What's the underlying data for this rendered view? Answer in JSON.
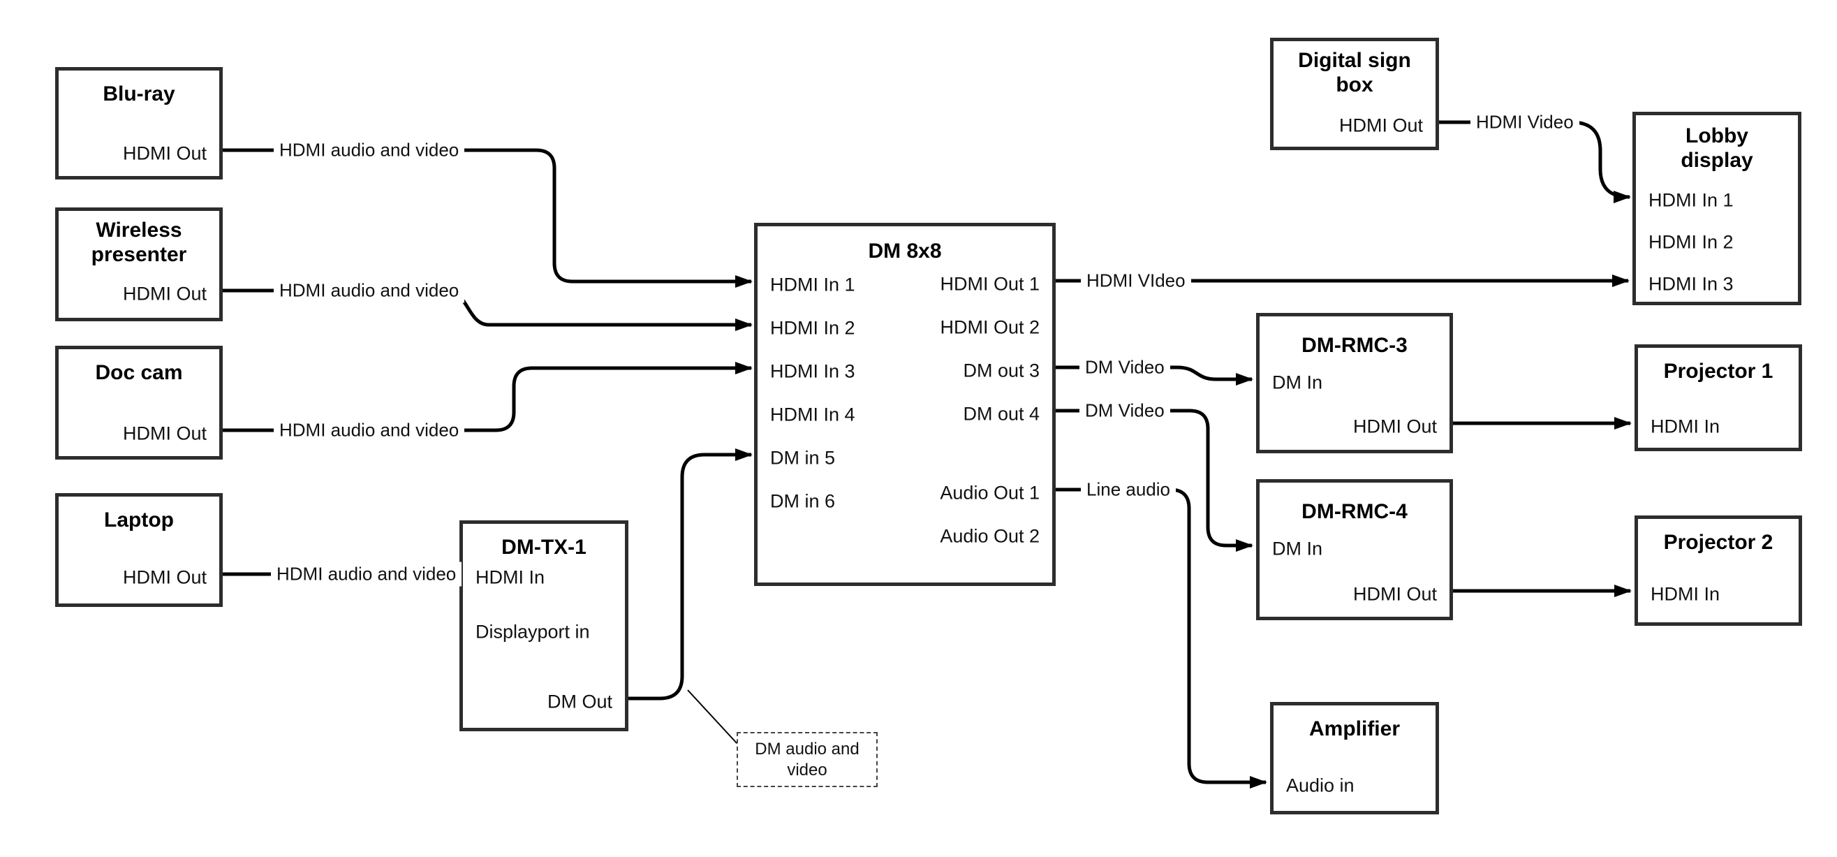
{
  "colors": {
    "wire": "#000000",
    "box_border": "#2d2d2d",
    "background": "#ffffff",
    "text": "#111111"
  },
  "nodes": {
    "bluray": {
      "title": "Blu-ray",
      "port_hdmi_out": "HDMI Out"
    },
    "wireless": {
      "title": "Wireless presenter",
      "port_hdmi_out": "HDMI Out"
    },
    "doccam": {
      "title": "Doc cam",
      "port_hdmi_out": "HDMI Out"
    },
    "laptop": {
      "title": "Laptop",
      "port_hdmi_out": "HDMI Out"
    },
    "dmtx1": {
      "title": "DM-TX-1",
      "port_hdmi_in": "HDMI In",
      "port_dp_in": "Displayport in",
      "port_dm_out": "DM Out"
    },
    "dm8x8": {
      "title": "DM 8x8",
      "port_in1": "HDMI In 1",
      "port_in2": "HDMI In 2",
      "port_in3": "HDMI In 3",
      "port_in4": "HDMI In 4",
      "port_in5": "DM in 5",
      "port_in6": "DM in 6",
      "port_out1": "HDMI Out 1",
      "port_out2": "HDMI Out 2",
      "port_out3": "DM out 3",
      "port_out4": "DM out 4",
      "port_aout1": "Audio Out 1",
      "port_aout2": "Audio Out 2"
    },
    "signbox": {
      "title": "Digital sign box",
      "port_hdmi_out": "HDMI Out"
    },
    "lobby": {
      "title": "Lobby display",
      "port_in1": "HDMI In 1",
      "port_in2": "HDMI In 2",
      "port_in3": "HDMI In 3"
    },
    "dmrmc3": {
      "title": "DM-RMC-3",
      "port_dm_in": "DM In",
      "port_hdmi_out": "HDMI Out"
    },
    "proj1": {
      "title": "Projector 1",
      "port_hdmi_in": "HDMI In"
    },
    "dmrmc4": {
      "title": "DM-RMC-4",
      "port_dm_in": "DM In",
      "port_hdmi_out": "HDMI Out"
    },
    "proj2": {
      "title": "Projector 2",
      "port_hdmi_in": "HDMI In"
    },
    "amplifier": {
      "title": "Amplifier",
      "port_audio_in": "Audio in"
    }
  },
  "wire_labels": {
    "bluray_wire": "HDMI audio and video",
    "wireless_wire": "HDMI audio and video",
    "doccam_wire": "HDMI audio and video",
    "laptop_wire": "HDMI audio and video",
    "hdmi_out1_wire": "HDMI VIdeo",
    "signbox_wire": "HDMI Video",
    "dm_out3_wire": "DM Video",
    "dm_out4_wire": "DM Video",
    "audio_out1_wire": "Line audio",
    "note": "DM audio and video"
  }
}
